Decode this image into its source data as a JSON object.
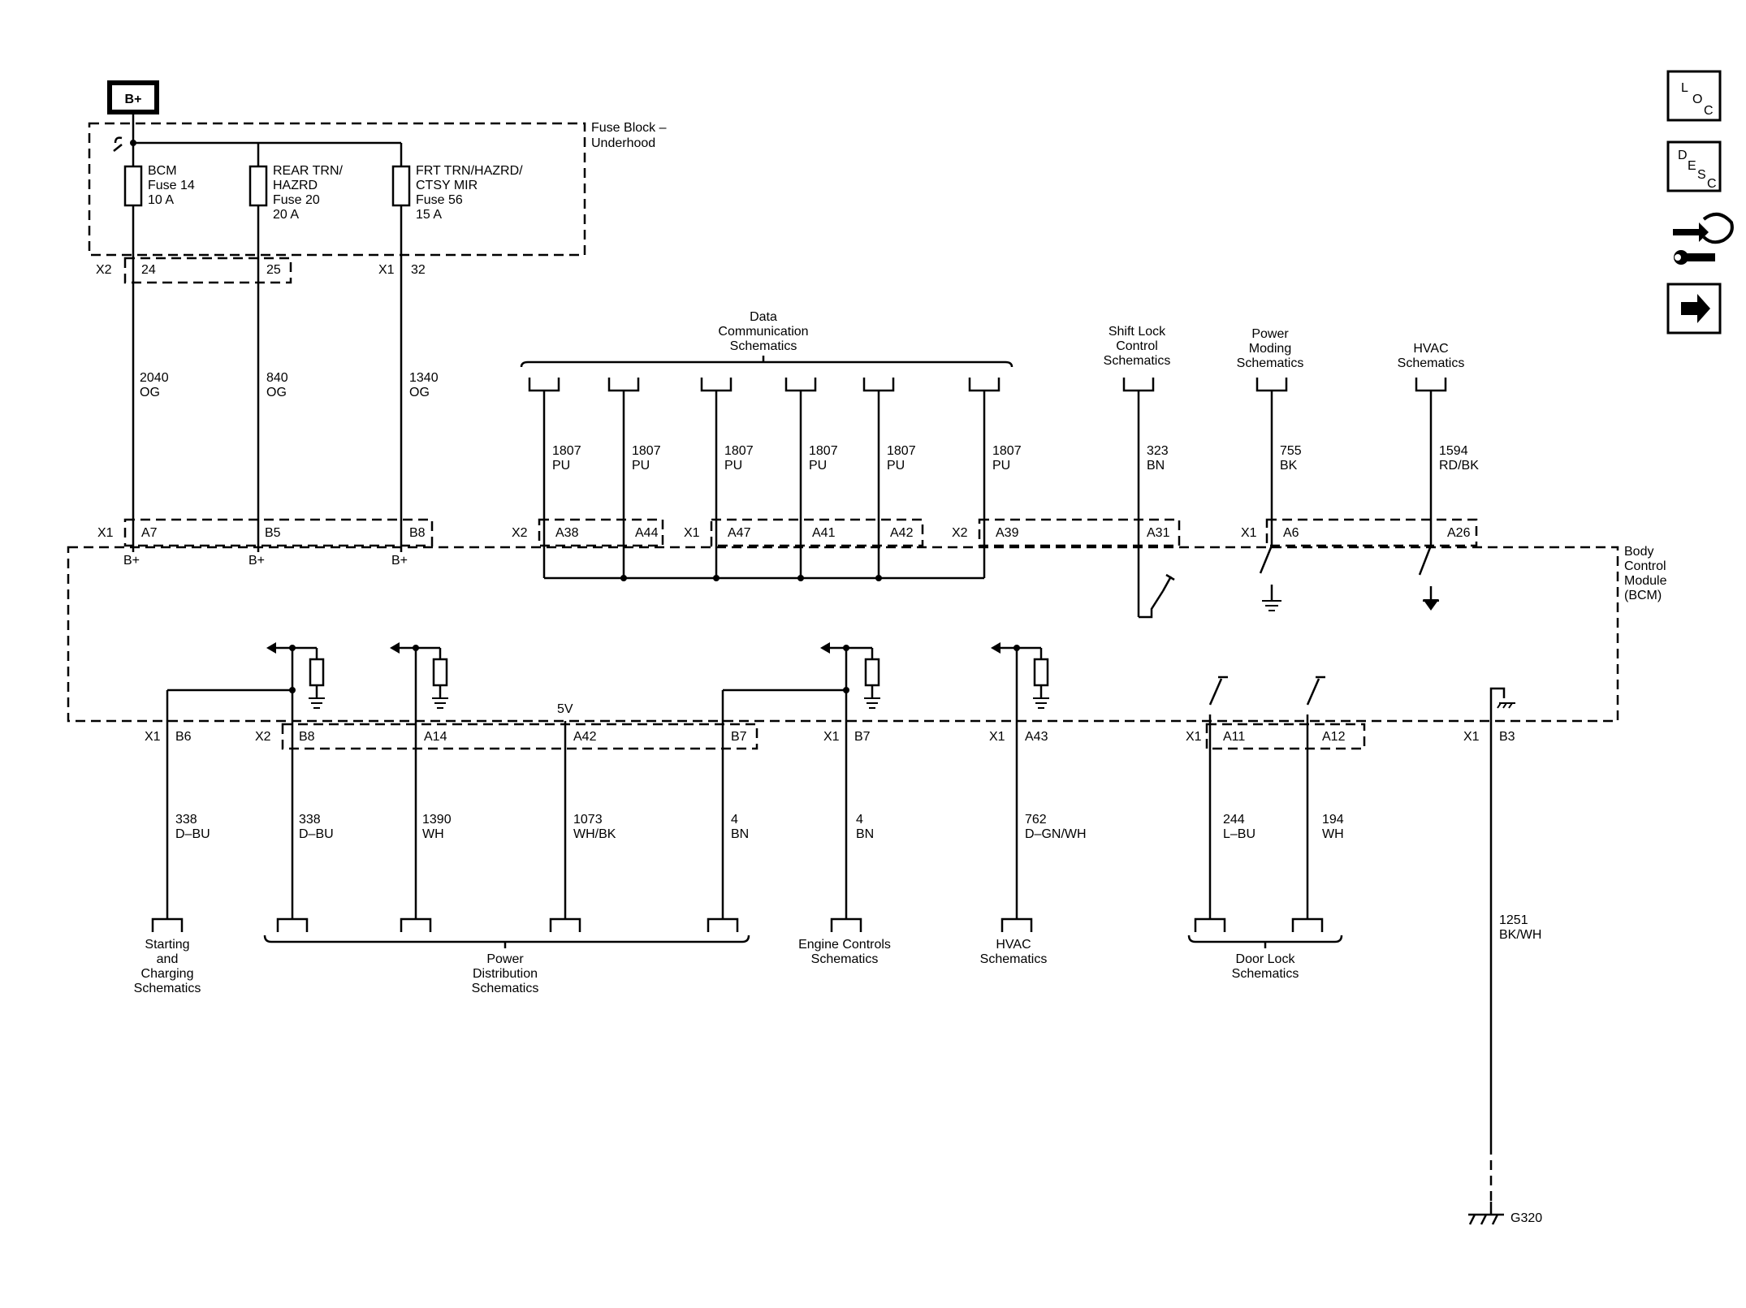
{
  "power_source": "B+",
  "fuse_block": {
    "title_line1": "Fuse Block –",
    "title_line2": "Underhood"
  },
  "fuses": [
    {
      "line1": "BCM",
      "line2": "Fuse 14",
      "line3": "10 A",
      "line4": ""
    },
    {
      "line1": "REAR TRN/",
      "line2": "HAZRD",
      "line3": "Fuse 20",
      "line4": "20 A"
    },
    {
      "line1": "FRT TRN/HAZRD/",
      "line2": "CTSY MIR",
      "line3": "Fuse 56",
      "line4": "15 A"
    }
  ],
  "fuse_connectors": {
    "x2": "X2",
    "pin24": "24",
    "pin25": "25",
    "x1": "X1",
    "pin32": "32"
  },
  "supply_wires": [
    {
      "circuit": "2040",
      "color": "OG"
    },
    {
      "circuit": "840",
      "color": "OG"
    },
    {
      "circuit": "1340",
      "color": "OG"
    }
  ],
  "top_refs": {
    "data_comm": [
      "Data",
      "Communication",
      "Schematics"
    ],
    "shift_lock": [
      "Shift Lock",
      "Control",
      "Schematics"
    ],
    "power_moding": [
      "Power",
      "Moding",
      "Schematics"
    ],
    "hvac": [
      "HVAC",
      "Schematics"
    ]
  },
  "data_wires": [
    {
      "circuit": "1807",
      "color": "PU"
    },
    {
      "circuit": "1807",
      "color": "PU"
    },
    {
      "circuit": "1807",
      "color": "PU"
    },
    {
      "circuit": "1807",
      "color": "PU"
    },
    {
      "circuit": "1807",
      "color": "PU"
    },
    {
      "circuit": "1807",
      "color": "PU"
    }
  ],
  "top_other_wires": [
    {
      "circuit": "323",
      "color": "BN"
    },
    {
      "circuit": "755",
      "color": "BK"
    },
    {
      "circuit": "1594",
      "color": "RD/BK"
    }
  ],
  "top_pins": {
    "x1a": "X1",
    "a7": "A7",
    "b5": "B5",
    "b8": "B8",
    "x2a": "X2",
    "a38": "A38",
    "a44": "A44",
    "x1b": "X1",
    "a47": "A47",
    "a41": "A41",
    "a42": "A42",
    "x2b": "X2",
    "a39": "A39",
    "a31": "A31",
    "x1c": "X1",
    "a6": "A6",
    "a26": "A26"
  },
  "bplus_label": "B+",
  "module": {
    "line1": "Body",
    "line2": "Control",
    "line3": "Module",
    "line4": "(BCM)"
  },
  "five_v": "5V",
  "bottom_pins": {
    "x1a": "X1",
    "b6": "B6",
    "x2": "X2",
    "b8": "B8",
    "a14": "A14",
    "a42": "A42",
    "b7a": "B7",
    "x1b": "X1",
    "b7b": "B7",
    "x1c": "X1",
    "a43": "A43",
    "x1d": "X1",
    "a11": "A11",
    "a12": "A12",
    "x1e": "X1",
    "b3": "B3"
  },
  "bottom_wires": [
    {
      "circuit": "338",
      "color": "D–BU"
    },
    {
      "circuit": "338",
      "color": "D–BU"
    },
    {
      "circuit": "1390",
      "color": "WH"
    },
    {
      "circuit": "1073",
      "color": "WH/BK"
    },
    {
      "circuit": "4",
      "color": "BN"
    },
    {
      "circuit": "4",
      "color": "BN"
    },
    {
      "circuit": "762",
      "color": "D–GN/WH"
    },
    {
      "circuit": "244",
      "color": "L–BU"
    },
    {
      "circuit": "194",
      "color": "WH"
    },
    {
      "circuit": "1251",
      "color": "BK/WH"
    }
  ],
  "bottom_refs": {
    "starting": [
      "Starting",
      "and",
      "Charging",
      "Schematics"
    ],
    "power_dist": [
      "Power",
      "Distribution",
      "Schematics"
    ],
    "engine": [
      "Engine Controls",
      "Schematics"
    ],
    "hvac": [
      "HVAC",
      "Schematics"
    ],
    "door_lock": [
      "Door Lock",
      "Schematics"
    ]
  },
  "ground": "G320",
  "nav": {
    "loc": {
      "l": "L",
      "o": "O",
      "c": "C"
    },
    "desc": {
      "d": "D",
      "e": "E",
      "s": "S",
      "c": "C"
    }
  }
}
